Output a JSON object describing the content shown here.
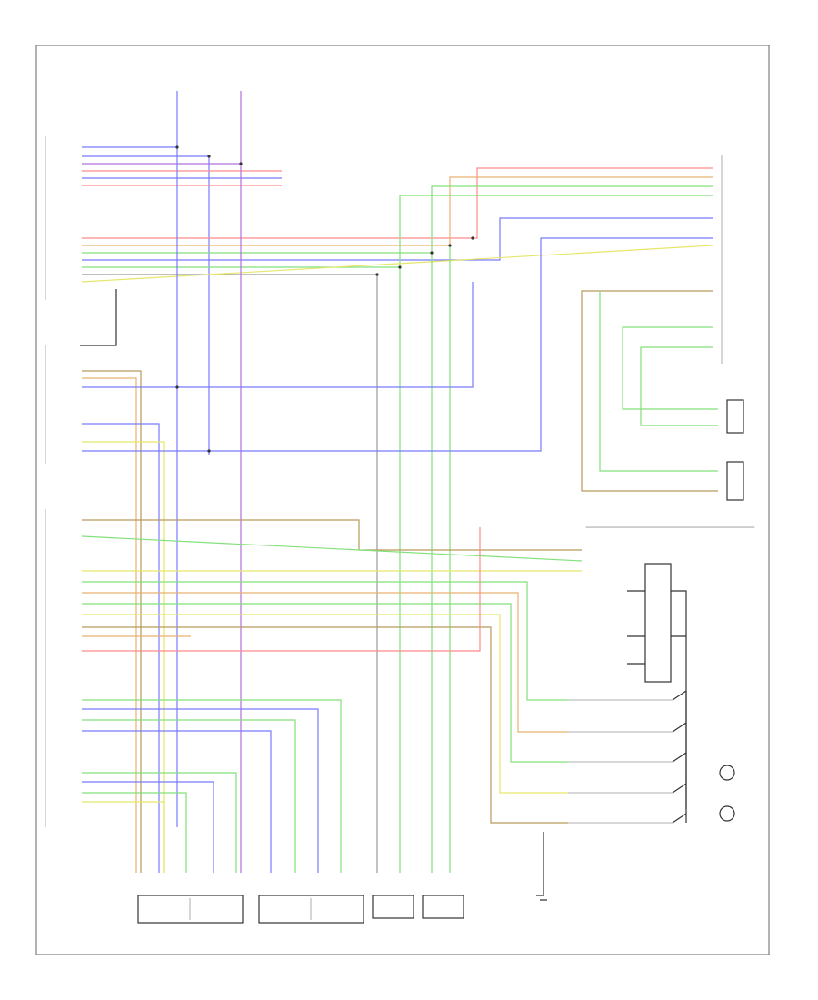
{
  "diagram": {
    "title": "",
    "corner_label": "",
    "footer_label": "",
    "colors": {
      "red": "#ff8a8a",
      "green": "#82e07a",
      "blue": "#7a7aff",
      "yellow": "#e6e66a",
      "orange": "#e8b070",
      "purple": "#b070e0",
      "gray": "#9a9a9a",
      "brown": "#b89a5a",
      "black": "#333333"
    },
    "components": [
      {
        "id": "rear-left-sensor",
        "label": ""
      },
      {
        "id": "rear-right-sensor",
        "label": ""
      },
      {
        "id": "right-rear-sensor",
        "label": ""
      },
      {
        "id": "left-rear-sensor",
        "label": ""
      },
      {
        "id": "ride-height-sensor-a",
        "label": ""
      },
      {
        "id": "ride-height-sensor-b",
        "label": ""
      },
      {
        "id": "suspension-control-unit",
        "label": ""
      },
      {
        "id": "mode-switch",
        "label": ""
      }
    ]
  }
}
